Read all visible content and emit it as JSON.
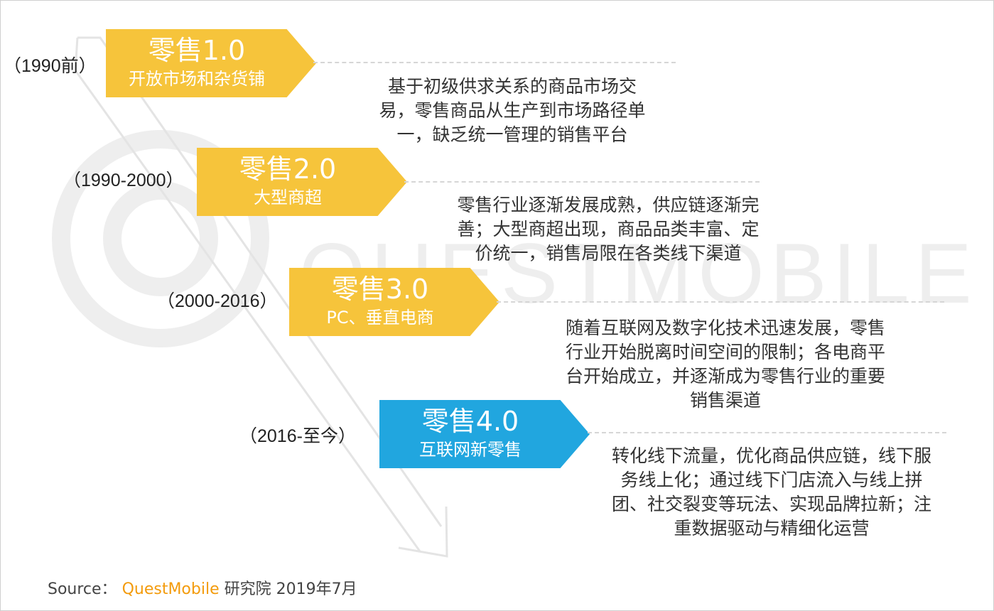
{
  "watermark": {
    "text": "QUESTMOBILE"
  },
  "stages": [
    {
      "period": "（1990前）",
      "title": "零售1.0",
      "subtitle": "开放市场和杂货铺",
      "color": "#f6c43b",
      "description": [
        "基于初级供求关系的商品市场交",
        "易，零售商品从生产到市场路径单",
        "一，缺乏统一管理的销售平台"
      ]
    },
    {
      "period": "（1990-2000）",
      "title": "零售2.0",
      "subtitle": "大型商超",
      "color": "#f6c43b",
      "description": [
        "零售行业逐渐发展成熟，供应链逐渐完",
        "善；大型商超出现，商品品类丰富、定",
        "价统一，销售局限在各类线下渠道"
      ]
    },
    {
      "period": "（2000-2016）",
      "title": "零售3.0",
      "subtitle": "PC、垂直电商",
      "color": "#f6c43b",
      "description": [
        "随着互联网及数字化技术迅速发展，零售",
        "行业开始脱离时间空间的限制；各电商平",
        "台开始成立，并逐渐成为零售行业的重要",
        "销售渠道"
      ]
    },
    {
      "period": "（2016-至今）",
      "title": "零售4.0",
      "subtitle": "互联网新零售",
      "color": "#21a6df",
      "description": [
        "转化线下流量，优化商品供应链，线下服",
        "务线上化；通过线下门店流入与线上拼",
        "团、社交裂变等玩法、实现品牌拉新；注",
        "重数据驱动与精细化运营"
      ]
    }
  ],
  "source": {
    "label": "Source：",
    "brand": "QuestMobile",
    "rest": "研究院 2019年7月"
  }
}
